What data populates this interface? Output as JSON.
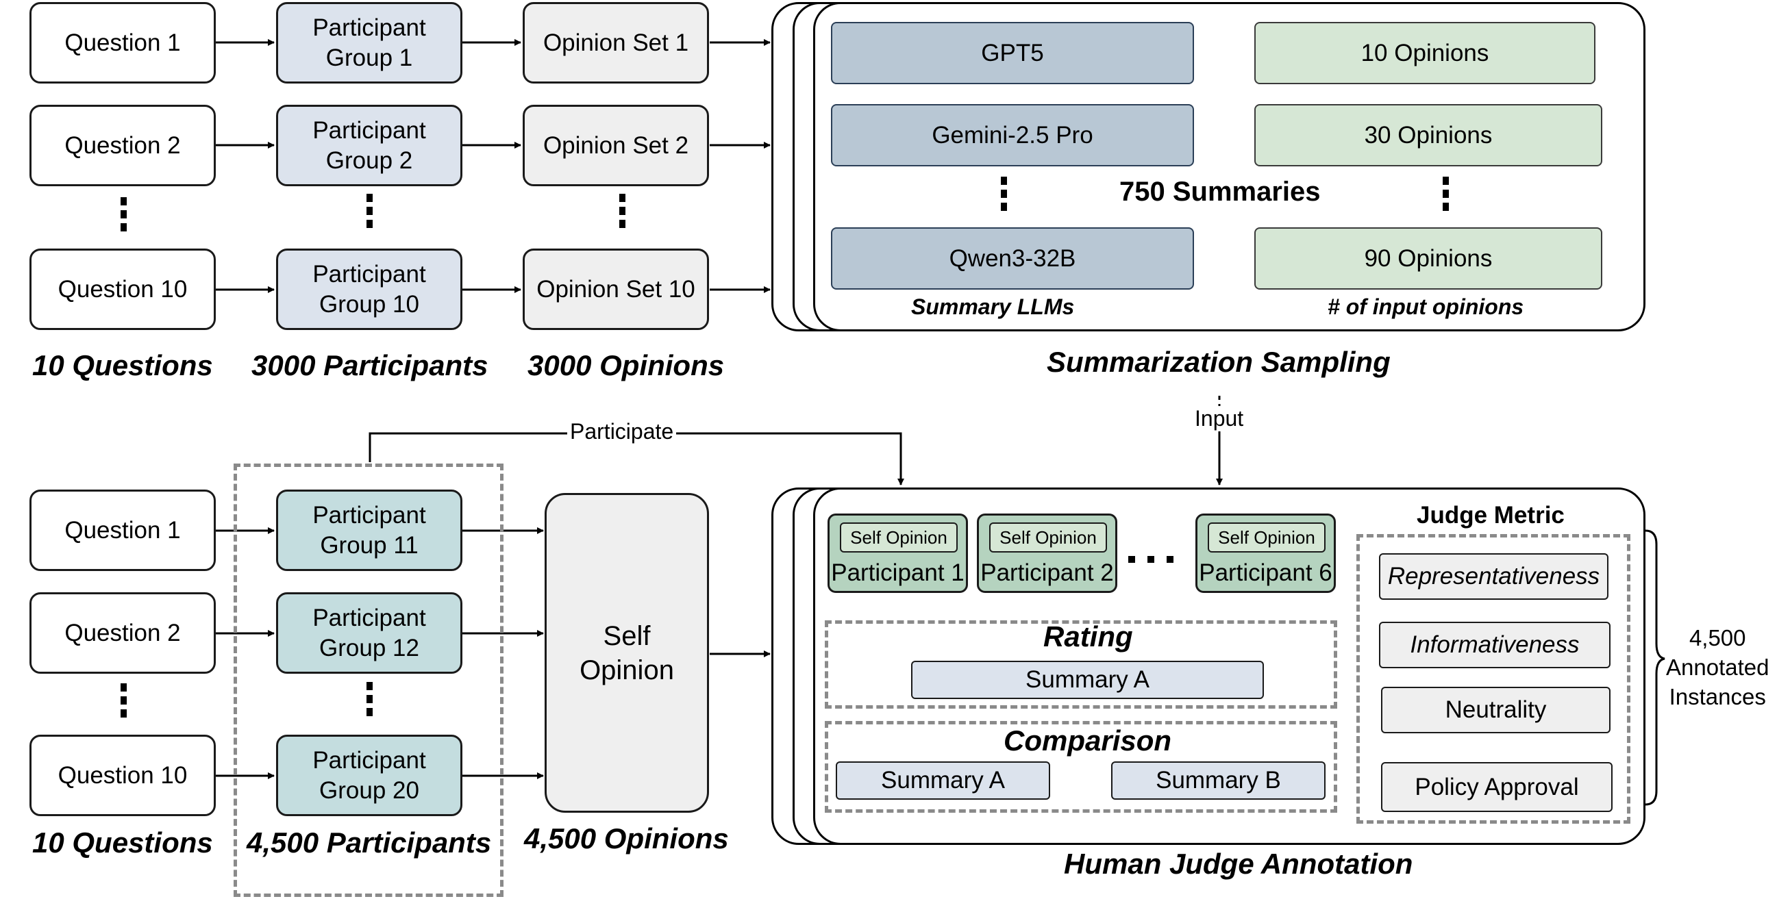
{
  "top": {
    "questions": [
      "Question 1",
      "Question 2",
      "Question 10"
    ],
    "groups": [
      "Participant\nGroup 1",
      "Participant\nGroup 2",
      "Participant\nGroup 10"
    ],
    "opinion_sets": [
      "Opinion Set 1",
      "Opinion Set 2",
      "Opinion Set 10"
    ],
    "questions_caption": "10 Questions",
    "participants_caption": "3000 Participants",
    "opinions_caption": "3000 Opinions"
  },
  "sampling": {
    "llms": [
      "GPT5",
      "Gemini-2.5 Pro",
      "Qwen3-32B"
    ],
    "opinion_counts": [
      "10 Opinions",
      "30 Opinions",
      "90 Opinions"
    ],
    "center_label": "750 Summaries",
    "llm_caption": "Summary LLMs",
    "count_caption": "# of input opinions",
    "title": "Summarization Sampling",
    "input_label": "Input"
  },
  "bottom": {
    "questions": [
      "Question 1",
      "Question 2",
      "Question 10"
    ],
    "groups": [
      "Participant\nGroup 11",
      "Participant\nGroup 12",
      "Participant\nGroup 20"
    ],
    "self_opinion": "Self\nOpinion",
    "participate_label": "Participate",
    "questions_caption": "10 Questions",
    "participants_caption": "4,500 Participants",
    "opinions_caption": "4,500 Opinions"
  },
  "annotation": {
    "participants": [
      {
        "tag": "Self Opinion",
        "name": "Participant 1"
      },
      {
        "tag": "Self Opinion",
        "name": "Participant 2"
      },
      {
        "tag": "Self Opinion",
        "name": "Participant 6"
      }
    ],
    "rating_title": "Rating",
    "rating_summary": "Summary A",
    "comparison_title": "Comparison",
    "comparison_summaries": [
      "Summary A",
      "Summary B"
    ],
    "metric_title": "Judge Metric",
    "metrics": [
      "Representativeness",
      "Informativeness",
      "Neutrality",
      "Policy Approval"
    ],
    "instances": "4,500\nAnnotated\nInstances",
    "title": "Human Judge Annotation"
  }
}
